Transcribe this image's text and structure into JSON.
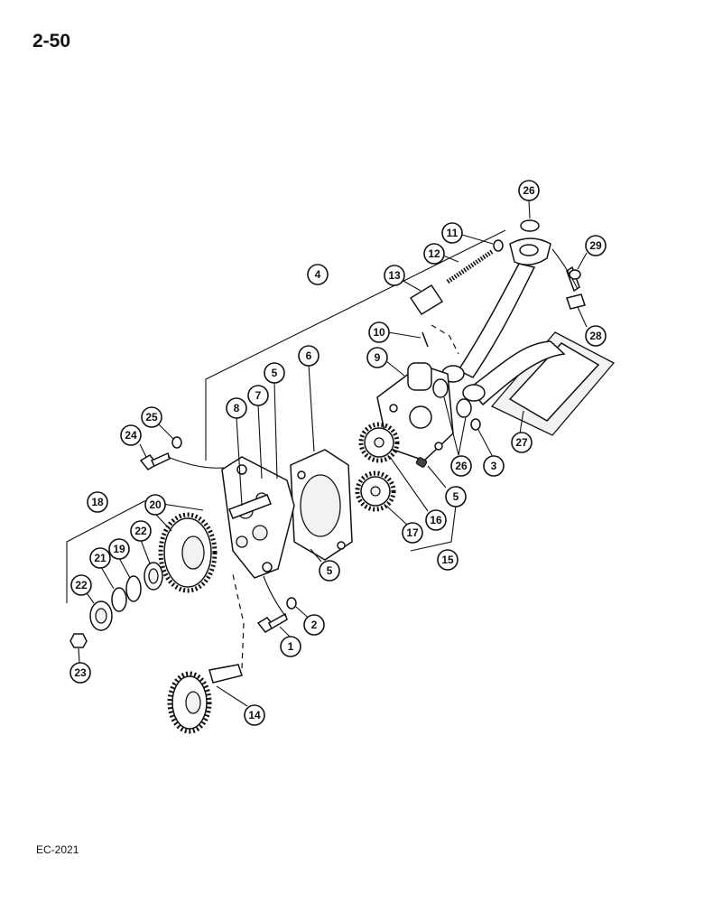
{
  "page": {
    "number": "2-50",
    "code": "EC-2021"
  },
  "callouts": [
    "1",
    "2",
    "3",
    "4",
    "5",
    "5",
    "5",
    "6",
    "7",
    "8",
    "9",
    "10",
    "11",
    "12",
    "13",
    "14",
    "15",
    "16",
    "17",
    "18",
    "19",
    "20",
    "21",
    "22",
    "22",
    "23",
    "24",
    "25",
    "26",
    "26",
    "27",
    "28",
    "29"
  ]
}
